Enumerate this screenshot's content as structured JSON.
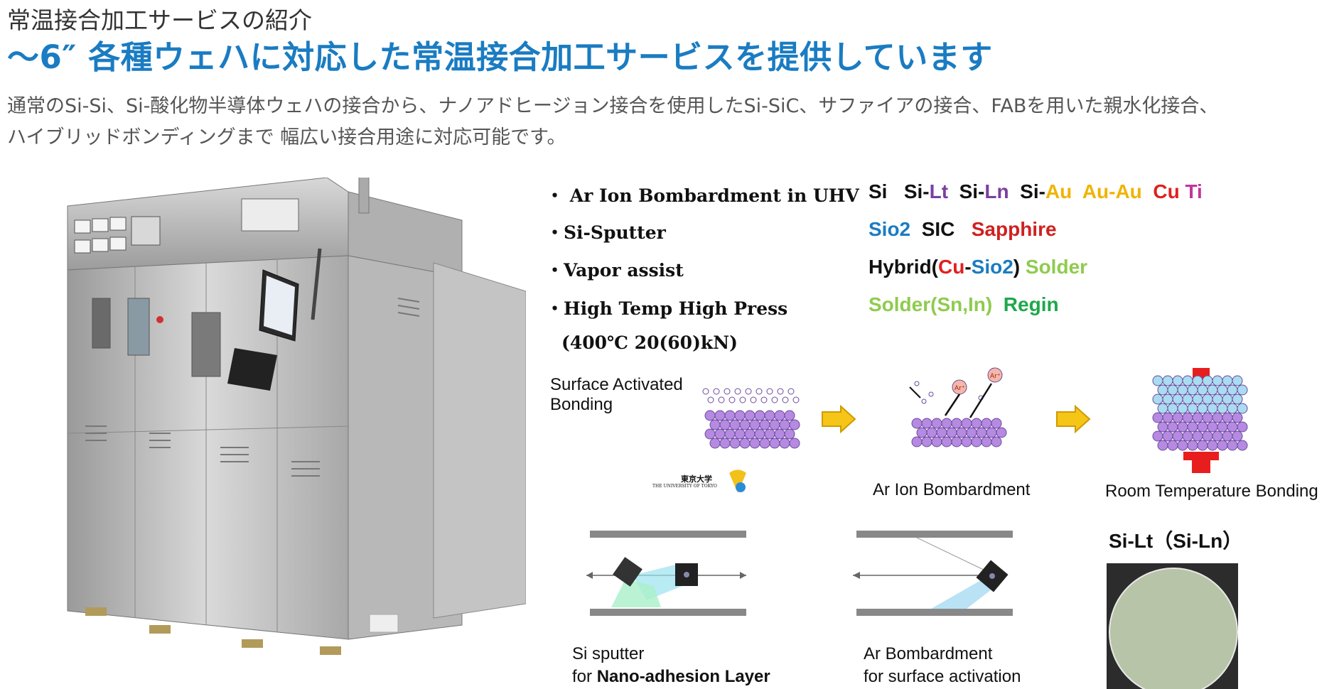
{
  "heading": {
    "subtitle": "常温接合加工サービスの紹介",
    "title": "～6″ 各種ウェハに対応した常温接合加工サービスを提供しています"
  },
  "description": {
    "line1": "通常のSi-Si、Si-酸化物半導体ウェハの接合から、ナノアドヒージョン接合を使用したSi-SiC、サファイアの接合、FABを用いた親水化接合、",
    "line2": "ハイブリッドボンディングまで 幅広い接合用途に対応可能です。"
  },
  "methods": [
    {
      "label": "・ Ar Ion Bombardment in UHV"
    },
    {
      "label": "・Si-Sputter"
    },
    {
      "label": "・Vapor assist"
    },
    {
      "label": "・High Temp  High Press"
    },
    {
      "label": "(400℃  20(60)kN)"
    }
  ],
  "materials": {
    "row1": [
      {
        "t": "Si",
        "c": "#111111"
      },
      {
        "t": "   ",
        "c": "#111111"
      },
      {
        "t": "Si-",
        "c": "#111111"
      },
      {
        "t": "Lt",
        "c": "#7b3fa0"
      },
      {
        "t": "  ",
        "c": "#111111"
      },
      {
        "t": "Si-",
        "c": "#111111"
      },
      {
        "t": "Ln",
        "c": "#7b3fa0"
      },
      {
        "t": "  ",
        "c": "#111111"
      },
      {
        "t": "Si-",
        "c": "#111111"
      },
      {
        "t": "Au",
        "c": "#f0b400"
      },
      {
        "t": "  ",
        "c": "#111111"
      },
      {
        "t": "Au-Au",
        "c": "#f0b400"
      },
      {
        "t": "  ",
        "c": "#111111"
      },
      {
        "t": "Cu",
        "c": "#e02020"
      },
      {
        "t": " ",
        "c": "#111111"
      },
      {
        "t": "Ti",
        "c": "#c2359a"
      }
    ],
    "row2": [
      {
        "t": "Sio2",
        "c": "#1a7cc2"
      },
      {
        "t": "  ",
        "c": "#111111"
      },
      {
        "t": "SIC",
        "c": "#111111"
      },
      {
        "t": "   ",
        "c": "#111111"
      },
      {
        "t": "Sapphire",
        "c": "#d02020"
      }
    ],
    "row3": [
      {
        "t": "Hybrid(",
        "c": "#111111"
      },
      {
        "t": "Cu",
        "c": "#e02020"
      },
      {
        "t": "-",
        "c": "#111111"
      },
      {
        "t": "Sio2",
        "c": "#1a7cc2"
      },
      {
        "t": ") ",
        "c": "#111111"
      },
      {
        "t": "Solder",
        "c": "#8fcb4f"
      }
    ],
    "row4": [
      {
        "t": "Solder(Sn,In)",
        "c": "#8fcb4f"
      },
      {
        "t": "  ",
        "c": "#111111"
      },
      {
        "t": "Regin",
        "c": "#1ea84a"
      }
    ]
  },
  "diagram": {
    "sab_label_1": "Surface Activated",
    "sab_label_2": "Bonding",
    "univ_name": "東京大学",
    "univ_sub": "THE UNIVERSITY OF TOKYO",
    "ion_label": "Ar⁺",
    "step2": "Ar Ion Bombardment",
    "step3": "Room Temperature Bonding"
  },
  "sputter": {
    "cap1_l1": "Si  sputter",
    "cap1_l2_a": "for ",
    "cap1_l2_b": "Nano-adhesion Layer",
    "cap2_l1": "Ar    Bombardment",
    "cap2_l2": "for surface activation"
  },
  "wafer": {
    "title": "Si-Lt（Si-Ln）"
  },
  "colors": {
    "title_blue": "#1a7cc2",
    "arrow_yellow": "#f5c518",
    "atom_purple": "#b58ae0",
    "atom_blue": "#a9dcf0",
    "press_red": "#e81e1e"
  }
}
